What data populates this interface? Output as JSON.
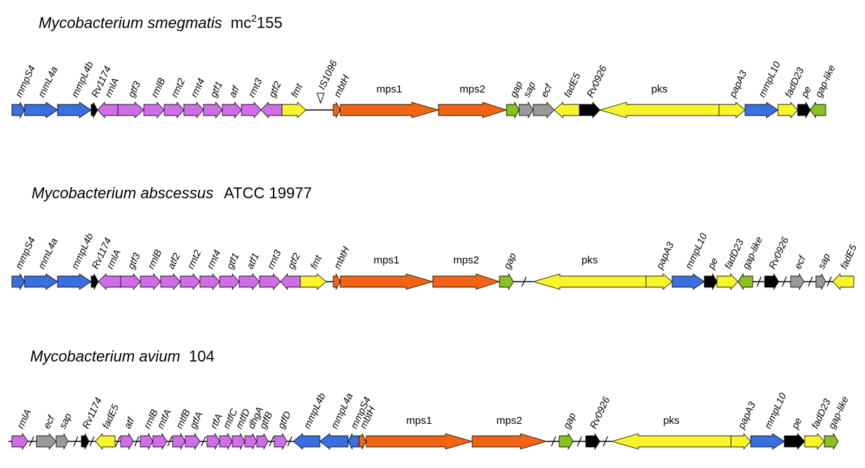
{
  "colors": {
    "blue": "#3a6fe0",
    "pink": "#cf6ee8",
    "yellow": "#f7f52a",
    "orange": "#f26413",
    "green": "#88c21e",
    "gray": "#999999",
    "black": "#000000",
    "white": "#ffffff"
  },
  "panels": [
    {
      "title": {
        "species": "Mycobacterium smegmatis",
        "strain_base": "mc",
        "strain_sup": "2",
        "strain_rest": "155"
      },
      "genes": [
        {
          "name": "mmpS4",
          "color": "blue",
          "dir": "+"
        },
        {
          "name": "mmL4a",
          "color": "blue",
          "dir": "+"
        },
        {
          "name": "mmpL4b",
          "color": "blue",
          "dir": "+"
        },
        {
          "name": "Rv1174",
          "color": "black",
          "dir": "+"
        },
        {
          "name": "rmlA",
          "color": "pink",
          "dir": "-"
        },
        {
          "name": "gtf3",
          "color": "pink",
          "dir": "+"
        },
        {
          "name": "rmlB",
          "color": "pink",
          "dir": "+"
        },
        {
          "name": "rmt2",
          "color": "pink",
          "dir": "+"
        },
        {
          "name": "rmt4",
          "color": "pink",
          "dir": "+"
        },
        {
          "name": "gtf1",
          "color": "pink",
          "dir": "+"
        },
        {
          "name": "atf",
          "color": "pink",
          "dir": "+"
        },
        {
          "name": "rmt3",
          "color": "pink",
          "dir": "+"
        },
        {
          "name": "gtf2",
          "color": "pink",
          "dir": "-"
        },
        {
          "name": "fmt",
          "color": "yellow",
          "dir": "+"
        },
        {
          "name": "IS1096",
          "color": "white",
          "dir": "insertion"
        },
        {
          "name": "mbtH",
          "color": "orange",
          "dir": "+"
        },
        {
          "name": "mps1",
          "color": "orange",
          "dir": "+"
        },
        {
          "name": "mps2",
          "color": "orange",
          "dir": "+"
        },
        {
          "name": "gap",
          "color": "green",
          "dir": "+"
        },
        {
          "name": "sap",
          "color": "gray",
          "dir": "+"
        },
        {
          "name": "ecf",
          "color": "gray",
          "dir": "+"
        },
        {
          "name": "fadE5",
          "color": "yellow",
          "dir": "-"
        },
        {
          "name": "Rv0926",
          "color": "black",
          "dir": "+"
        },
        {
          "name": "pks",
          "color": "yellow",
          "dir": "-"
        },
        {
          "name": "papA3",
          "color": "yellow",
          "dir": "+"
        },
        {
          "name": "mmpL10",
          "color": "blue",
          "dir": "+"
        },
        {
          "name": "fadD23",
          "color": "yellow",
          "dir": "+"
        },
        {
          "name": "pe",
          "color": "black",
          "dir": "+"
        },
        {
          "name": "gap-like",
          "color": "green",
          "dir": "-"
        }
      ]
    },
    {
      "title": {
        "species": "Mycobacterium abscessus",
        "strain_base": "ATCC 19977",
        "strain_sup": "",
        "strain_rest": ""
      },
      "genes": [
        {
          "name": "mmpS4",
          "color": "blue",
          "dir": "+"
        },
        {
          "name": "mmL4a",
          "color": "blue",
          "dir": "+"
        },
        {
          "name": "mmpL4b",
          "color": "blue",
          "dir": "+"
        },
        {
          "name": "Rv1174",
          "color": "black",
          "dir": "+"
        },
        {
          "name": "rmlA",
          "color": "pink",
          "dir": "-"
        },
        {
          "name": "gtf3",
          "color": "pink",
          "dir": "+"
        },
        {
          "name": "rmlB",
          "color": "pink",
          "dir": "+"
        },
        {
          "name": "atf2",
          "color": "pink",
          "dir": "+"
        },
        {
          "name": "rmt2",
          "color": "pink",
          "dir": "+"
        },
        {
          "name": "rmt4",
          "color": "pink",
          "dir": "+"
        },
        {
          "name": "gtf1",
          "color": "pink",
          "dir": "+"
        },
        {
          "name": "atf1",
          "color": "pink",
          "dir": "+"
        },
        {
          "name": "rmt3",
          "color": "pink",
          "dir": "+"
        },
        {
          "name": "gtf2",
          "color": "pink",
          "dir": "-"
        },
        {
          "name": "fmt",
          "color": "yellow",
          "dir": "+"
        },
        {
          "name": "mbtH",
          "color": "orange",
          "dir": "+"
        },
        {
          "name": "mps1",
          "color": "orange",
          "dir": "+"
        },
        {
          "name": "mps2",
          "color": "orange",
          "dir": "+"
        },
        {
          "name": "gap",
          "color": "green",
          "dir": "+"
        },
        {
          "name": "pks",
          "color": "yellow",
          "dir": "-"
        },
        {
          "name": "papA3",
          "color": "yellow",
          "dir": "+"
        },
        {
          "name": "mmpL10",
          "color": "blue",
          "dir": "+"
        },
        {
          "name": "pe",
          "color": "black",
          "dir": "+"
        },
        {
          "name": "fadD23",
          "color": "yellow",
          "dir": "+"
        },
        {
          "name": "gap-like",
          "color": "green",
          "dir": "-"
        },
        {
          "name": "Rv0926",
          "color": "black",
          "dir": "+"
        },
        {
          "name": "ecf",
          "color": "gray",
          "dir": "+"
        },
        {
          "name": "sap",
          "color": "gray",
          "dir": "+"
        },
        {
          "name": "fadE5",
          "color": "yellow",
          "dir": "-"
        }
      ]
    },
    {
      "title": {
        "species": "Mycobacterium avium",
        "strain_base": "104",
        "strain_sup": "",
        "strain_rest": ""
      },
      "genes": [
        {
          "name": "rmlA",
          "color": "pink",
          "dir": "+"
        },
        {
          "name": "ecf",
          "color": "gray",
          "dir": "+"
        },
        {
          "name": "sap",
          "color": "gray",
          "dir": "+"
        },
        {
          "name": "Rv1174",
          "color": "black",
          "dir": "+"
        },
        {
          "name": "fadE5",
          "color": "yellow",
          "dir": "-"
        },
        {
          "name": "atf",
          "color": "pink",
          "dir": "+"
        },
        {
          "name": "rmlB",
          "color": "pink",
          "dir": "+"
        },
        {
          "name": "mtfA",
          "color": "pink",
          "dir": "+"
        },
        {
          "name": "mtfB",
          "color": "pink",
          "dir": "+"
        },
        {
          "name": "gtfA",
          "color": "pink",
          "dir": "+"
        },
        {
          "name": "rtfA",
          "color": "pink",
          "dir": "+"
        },
        {
          "name": "mtfC",
          "color": "pink",
          "dir": "+"
        },
        {
          "name": "mtfD",
          "color": "pink",
          "dir": "+"
        },
        {
          "name": "dhgA",
          "color": "pink",
          "dir": "+"
        },
        {
          "name": "gtfB",
          "color": "pink",
          "dir": "+"
        },
        {
          "name": "gtfD",
          "color": "pink",
          "dir": "+"
        },
        {
          "name": "mmpL4b",
          "color": "blue",
          "dir": "-"
        },
        {
          "name": "mmpL4a",
          "color": "blue",
          "dir": "-"
        },
        {
          "name": "mmpS4",
          "color": "blue",
          "dir": "-"
        },
        {
          "name": "mbtH",
          "color": "orange",
          "dir": "+"
        },
        {
          "name": "mps1",
          "color": "orange",
          "dir": "+"
        },
        {
          "name": "mps2",
          "color": "orange",
          "dir": "+"
        },
        {
          "name": "gap",
          "color": "green",
          "dir": "+"
        },
        {
          "name": "Rv0926",
          "color": "black",
          "dir": "+"
        },
        {
          "name": "pks",
          "color": "yellow",
          "dir": "-"
        },
        {
          "name": "papA3",
          "color": "yellow",
          "dir": "+"
        },
        {
          "name": "mmpL10",
          "color": "blue",
          "dir": "+"
        },
        {
          "name": "pe",
          "color": "black",
          "dir": "+"
        },
        {
          "name": "fadD23",
          "color": "yellow",
          "dir": "+"
        },
        {
          "name": "gap-like",
          "color": "green",
          "dir": "+"
        }
      ]
    }
  ]
}
